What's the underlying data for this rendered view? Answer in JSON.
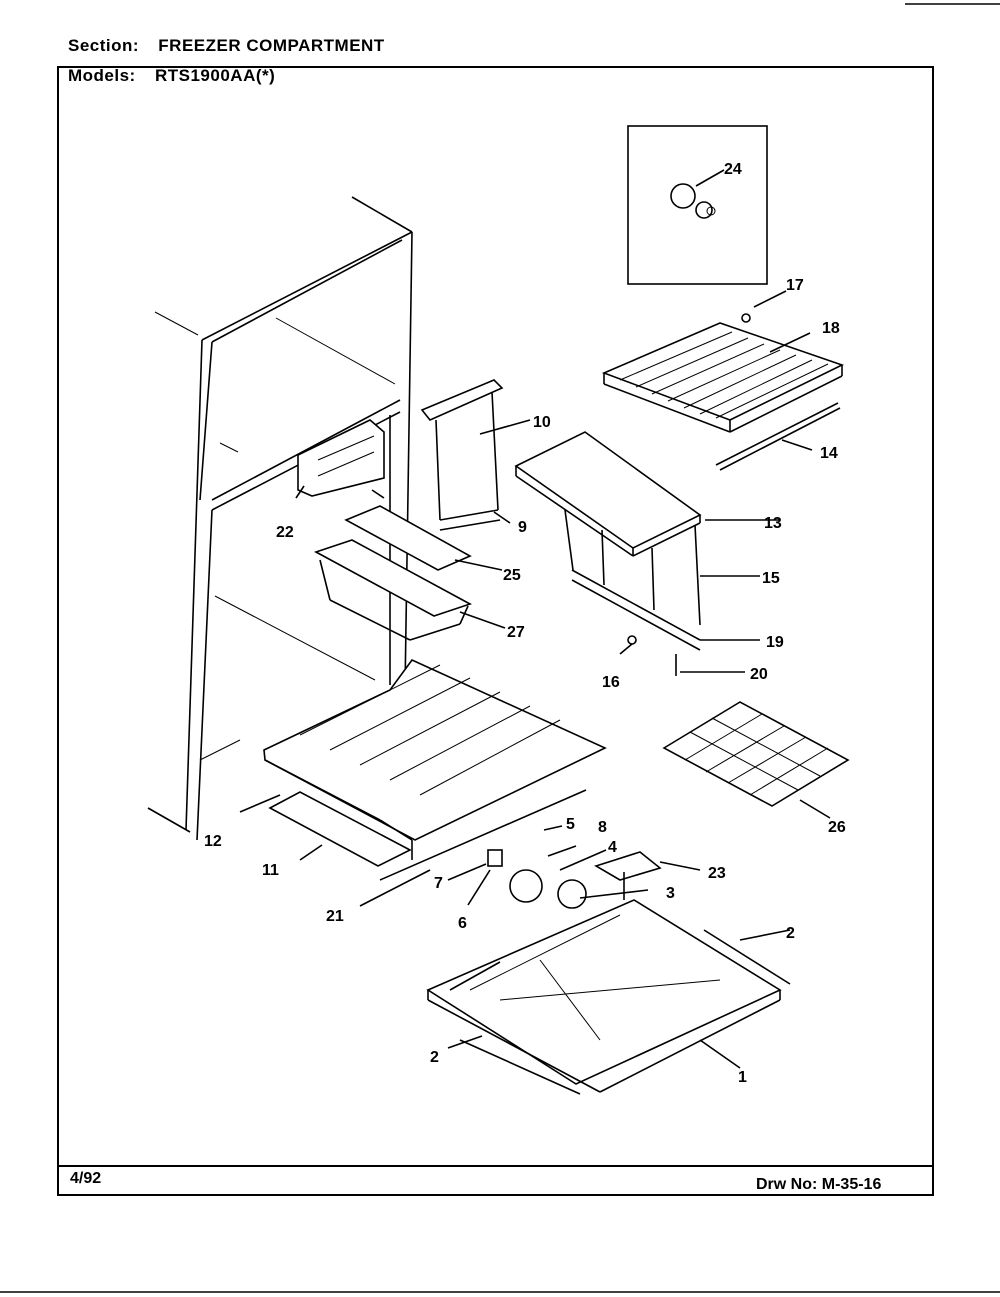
{
  "header": {
    "section_key": "Section:",
    "section_value": "FREEZER COMPARTMENT",
    "models_key": "Models:",
    "models_value": "RTS1900AA(*)"
  },
  "footer": {
    "date": "4/92",
    "drawing_number": "Drw No: M-35-16"
  },
  "parts": [
    {
      "label": "24"
    },
    {
      "label": "17"
    },
    {
      "label": "18"
    },
    {
      "label": "10"
    },
    {
      "label": "14"
    },
    {
      "label": "9"
    },
    {
      "label": "22"
    },
    {
      "label": "13"
    },
    {
      "label": "25"
    },
    {
      "label": "15"
    },
    {
      "label": "27"
    },
    {
      "label": "19"
    },
    {
      "label": "16"
    },
    {
      "label": "20"
    },
    {
      "label": "12"
    },
    {
      "label": "26"
    },
    {
      "label": "5"
    },
    {
      "label": "11"
    },
    {
      "label": "8"
    },
    {
      "label": "4"
    },
    {
      "label": "23"
    },
    {
      "label": "7"
    },
    {
      "label": "3"
    },
    {
      "label": "21"
    },
    {
      "label": "6"
    },
    {
      "label": "2"
    },
    {
      "label": "2"
    },
    {
      "label": "1"
    }
  ]
}
